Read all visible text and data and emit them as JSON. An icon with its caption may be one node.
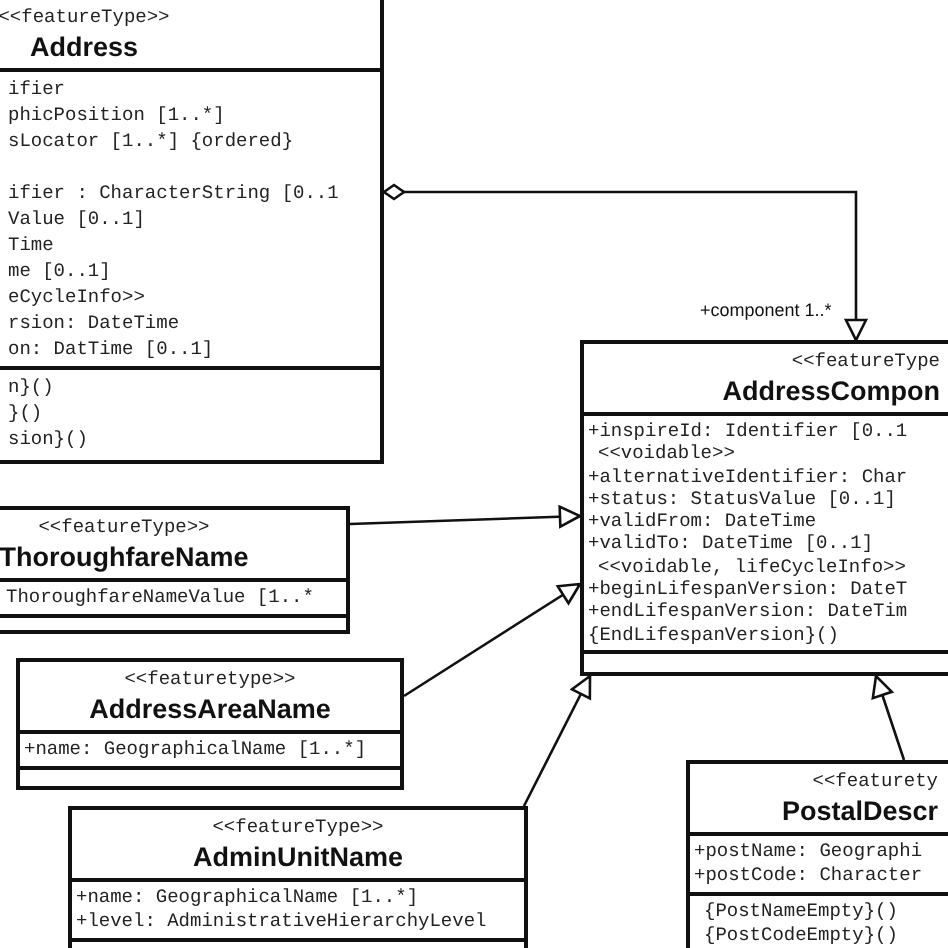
{
  "diagram": {
    "nodes": [
      {
        "text": [
          "<<featureType>>",
          "Address",
          "ifier",
          "phicPosition [1..*]",
          "sLocator [1..*] {ordered}",
          "ifier : CharacterString [0..1",
          "Value [0..1]",
          "Time",
          "me [0..1]",
          "eCycleInfo>>",
          "rsion: DateTime",
          "on: DatTime [0..1]",
          "n}()",
          "}()",
          "sion}()"
        ]
      },
      {
        "text": [
          "<<featureType",
          "AddressCompon",
          "+inspireId: Identifier [0..1",
          "<<voidable>>",
          "+alternativeIdentifier: Char",
          "+status: StatusValue [0..1]",
          "+validFrom: DateTime",
          "+validTo: DateTime [0..1]",
          "<<voidable, lifeCycleInfo>>",
          "+beginLifespanVersion: DateT",
          "+endLifespanVersion: DateTim",
          "{EndLifespanVersion}()"
        ]
      },
      {
        "text": [
          "<<featureType>>",
          "ThoroughfareName",
          "ThoroughfareNameValue [1..*"
        ]
      },
      {
        "text": [
          "<<featuretype>>",
          "AddressAreaName",
          "+name: GeographicalName [1..*]"
        ]
      },
      {
        "text": [
          "<<featureType>>",
          "AdminUnitName",
          "+name: GeographicalName [1..*]",
          "+level: AdministrativeHierarchyLevel"
        ]
      },
      {
        "text": [
          "<<featurety",
          "PostalDescr",
          "+postName: Geographi",
          "+postCode: Character",
          "{PostNameEmpty}()",
          "{PostCodeEmpty}()"
        ]
      }
    ],
    "edges": [
      {
        "from": 0,
        "to": 1,
        "arrow": "to",
        "label": "+component 1..*"
      },
      {
        "from": 2,
        "to": 1,
        "arrow": "to"
      },
      {
        "from": 3,
        "to": 1,
        "arrow": "to"
      },
      {
        "from": 4,
        "to": 1,
        "arrow": "to"
      },
      {
        "from": 5,
        "to": 1,
        "arrow": "to"
      }
    ]
  }
}
